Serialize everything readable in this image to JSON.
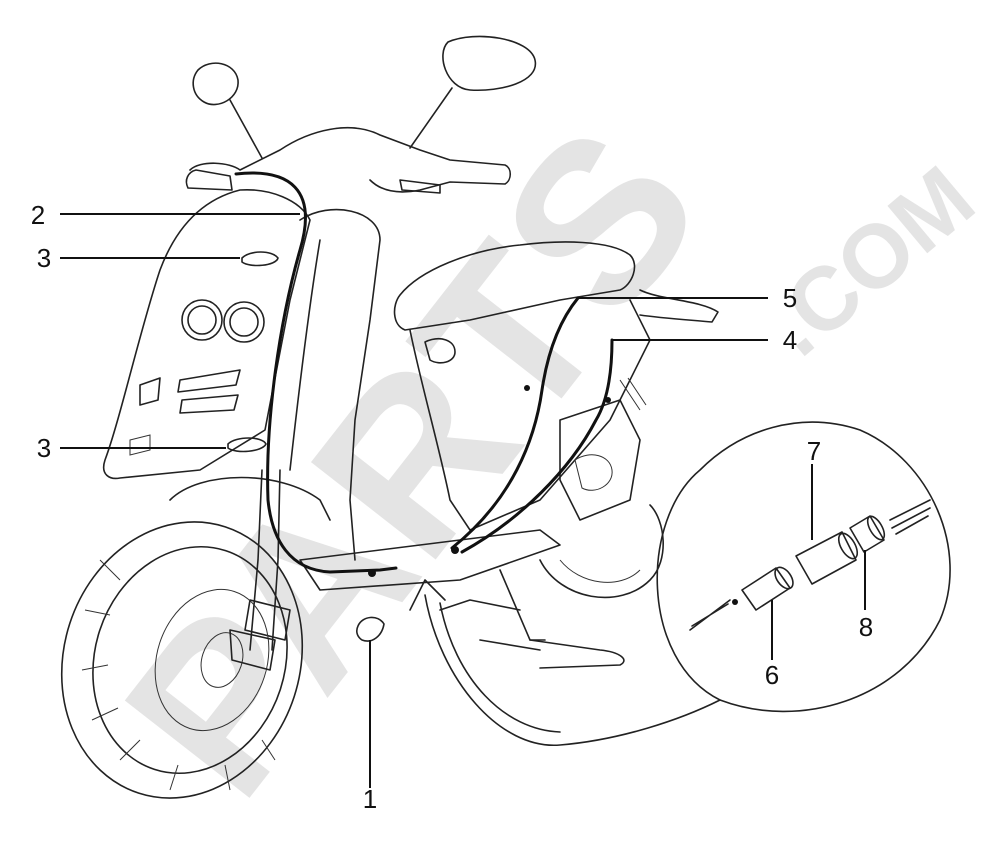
{
  "diagram": {
    "watermark": {
      "text": "PARTS",
      "suffix": ".COM",
      "color": "#cfcfcf"
    },
    "callouts": [
      {
        "id": "c1",
        "label": "1"
      },
      {
        "id": "c2",
        "label": "2"
      },
      {
        "id": "c3a",
        "label": "3"
      },
      {
        "id": "c3b",
        "label": "3"
      },
      {
        "id": "c4",
        "label": "4"
      },
      {
        "id": "c5",
        "label": "5"
      },
      {
        "id": "c6",
        "label": "6"
      },
      {
        "id": "c7",
        "label": "7"
      },
      {
        "id": "c8",
        "label": "8"
      }
    ],
    "colors": {
      "line": "#222222",
      "cable": "#111111",
      "background": "#ffffff"
    }
  }
}
